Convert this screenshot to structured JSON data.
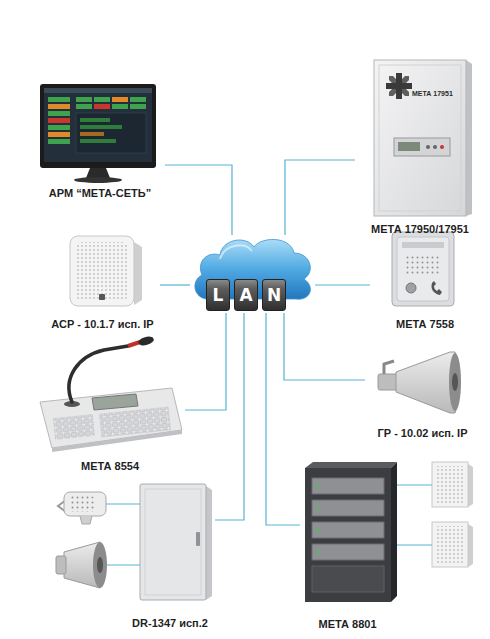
{
  "diagram": {
    "nodes": [
      {
        "text": [
          "АРМ “МЕТА-СЕТЬ”"
        ]
      },
      {
        "text": [
          "МЕТА 17950/17951"
        ]
      },
      {
        "text": [
          "L",
          "A",
          "N"
        ]
      },
      {
        "text": [
          "АСР - 10.1.7 исп. IP"
        ]
      },
      {
        "text": [
          "МЕТА 7558"
        ]
      },
      {
        "text": [
          "МЕТА 8554"
        ]
      },
      {
        "text": [
          "ГР - 10.02 исп. IP"
        ]
      },
      {
        "text": [
          "DR-1347 исп.2"
        ]
      },
      {
        "text": [
          "МЕТА 8801"
        ]
      }
    ],
    "edges": [
      {
        "from": 0,
        "to": 2,
        "arrow": "none"
      },
      {
        "from": 1,
        "to": 2,
        "arrow": "none"
      },
      {
        "from": 3,
        "to": 2,
        "arrow": "none"
      },
      {
        "from": 4,
        "to": 2,
        "arrow": "none"
      },
      {
        "from": 5,
        "to": 2,
        "arrow": "none"
      },
      {
        "from": 6,
        "to": 2,
        "arrow": "none"
      },
      {
        "from": 7,
        "to": 2,
        "arrow": "none"
      },
      {
        "from": 8,
        "to": 2,
        "arrow": "none"
      }
    ],
    "labels": [
      "МЕТА 17951"
    ]
  }
}
